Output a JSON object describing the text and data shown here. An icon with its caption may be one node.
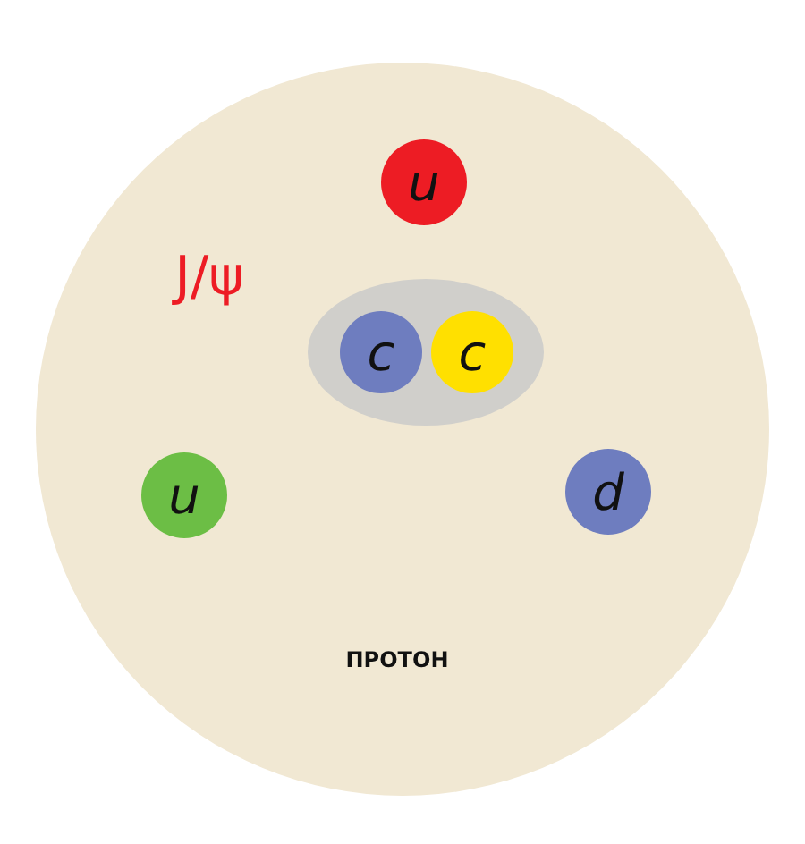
{
  "diagram": {
    "nodes": [
      {
        "text": [
          "ПРОТОН"
        ]
      },
      {
        "text": [
          "u"
        ],
        "in": 0
      },
      {
        "text": [],
        "shape": "ellipse",
        "in": 0,
        "beside": [
          "J/ψ"
        ]
      },
      {
        "text": [
          "c"
        ],
        "in": 2
      },
      {
        "text": [
          "c"
        ],
        "in": 2
      },
      {
        "text": [
          "u"
        ],
        "in": 0
      },
      {
        "text": [
          "d"
        ],
        "in": 0
      }
    ]
  }
}
